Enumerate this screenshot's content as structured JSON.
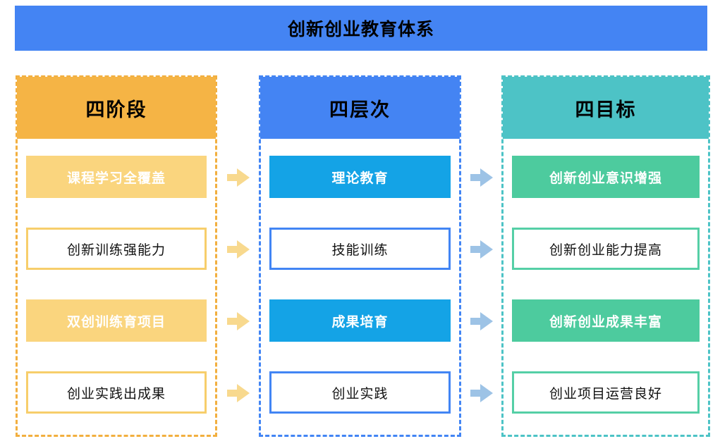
{
  "title": "创新创业教育体系",
  "title_bar_color": "#4484F3",
  "columns": [
    {
      "header": "四阶段",
      "theme": {
        "header_bg": "#F5B445",
        "dash_border": "#F2AF3F",
        "filled_bg": "#FAD57E",
        "outline_border": "#F7CE6B"
      },
      "items": [
        {
          "label": "课程学习全覆盖",
          "style": "filled"
        },
        {
          "label": "创新训练强能力",
          "style": "outlined"
        },
        {
          "label": "双创训练育项目",
          "style": "filled"
        },
        {
          "label": "创业实践出成果",
          "style": "outlined"
        }
      ]
    },
    {
      "header": "四层次",
      "theme": {
        "header_bg": "#4484F3",
        "dash_border": "#4285F4",
        "filled_bg": "#14A3E6",
        "outline_border": "#4285F4"
      },
      "items": [
        {
          "label": "理论教育",
          "style": "filled"
        },
        {
          "label": "技能训练",
          "style": "outlined"
        },
        {
          "label": "成果培育",
          "style": "filled"
        },
        {
          "label": "创业实践",
          "style": "outlined"
        }
      ]
    },
    {
      "header": "四目标",
      "theme": {
        "header_bg": "#4DC3C6",
        "dash_border": "#4DC3C6",
        "filled_bg": "#4DCB9E",
        "outline_border": "#55CFA6"
      },
      "items": [
        {
          "label": "创新创业意识增强",
          "style": "filled"
        },
        {
          "label": "创新创业能力提高",
          "style": "outlined"
        },
        {
          "label": "创新创业成果丰富",
          "style": "filled"
        },
        {
          "label": "创业项目运营良好",
          "style": "outlined"
        }
      ]
    }
  ],
  "arrows": {
    "direction": "right",
    "stage_to_level_color": "#F8D98E",
    "level_to_goal_color": "#9DC3E6",
    "count_per_gap": 4
  }
}
